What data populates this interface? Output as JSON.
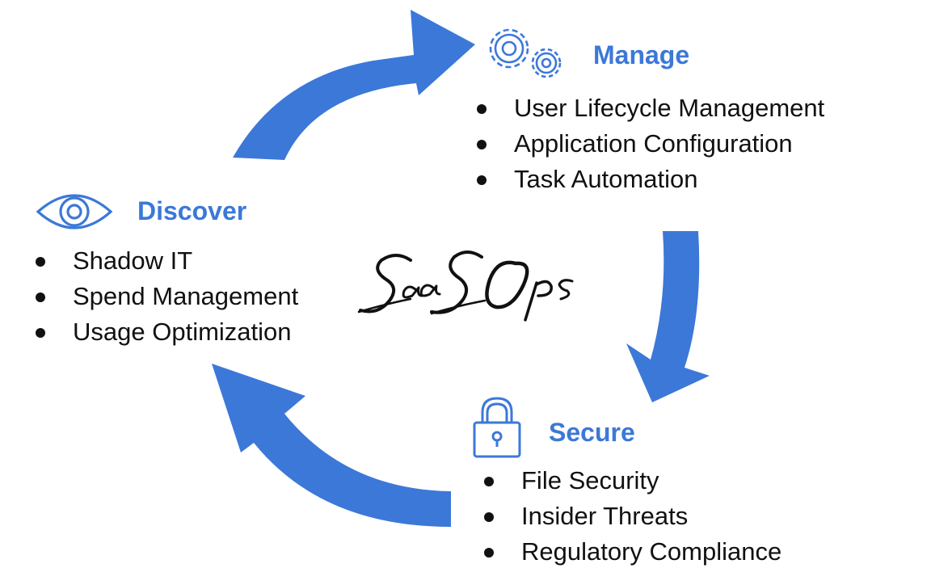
{
  "colors": {
    "accent": "#3c78d8",
    "text": "#111111"
  },
  "center_logo": "SaaSOps",
  "sections": {
    "manage": {
      "title": "Manage",
      "icon": "gears-icon",
      "items": [
        "User Lifecycle Management",
        "Application Configuration",
        "Task Automation"
      ]
    },
    "discover": {
      "title": "Discover",
      "icon": "eye-icon",
      "items": [
        "Shadow IT",
        "Spend Management",
        "Usage Optimization"
      ]
    },
    "secure": {
      "title": "Secure",
      "icon": "padlock-icon",
      "items": [
        "File Security",
        "Insider Threats",
        "Regulatory Compliance"
      ]
    }
  }
}
